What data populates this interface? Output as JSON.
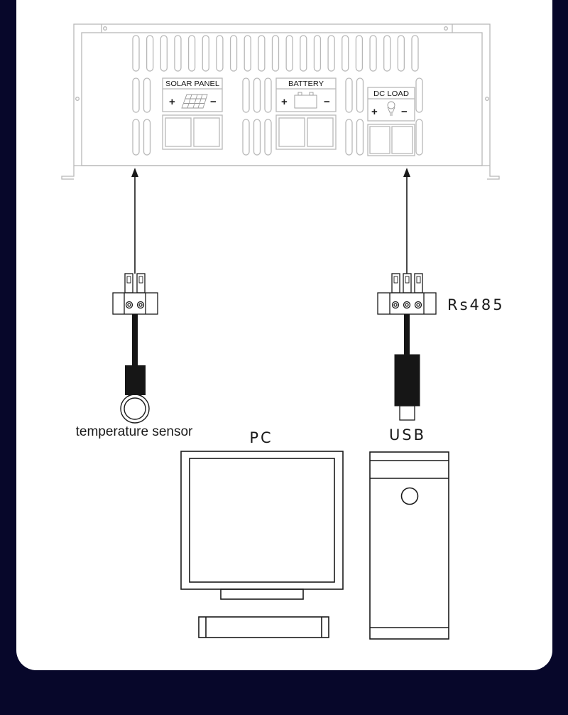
{
  "device": {
    "ports": [
      {
        "id": "solar-panel",
        "label": "SOLAR PANEL",
        "plus": "+",
        "minus": "−"
      },
      {
        "id": "battery",
        "label": "BATTERY",
        "plus": "+",
        "minus": "−"
      },
      {
        "id": "dc-load",
        "label": "DC LOAD",
        "plus": "+",
        "minus": "−"
      }
    ]
  },
  "connectors": {
    "temperature": {
      "label": "temperature sensor",
      "pins": 2
    },
    "rs485": {
      "label": "Rs485",
      "pins": 3
    },
    "usb": {
      "label": "USB"
    }
  },
  "computer": {
    "label": "PC"
  },
  "colors": {
    "background": "#07072a",
    "card": "#ffffff",
    "device_line": "#b8b8b8",
    "ink": "#1a1a1a",
    "cable": "#161616"
  }
}
